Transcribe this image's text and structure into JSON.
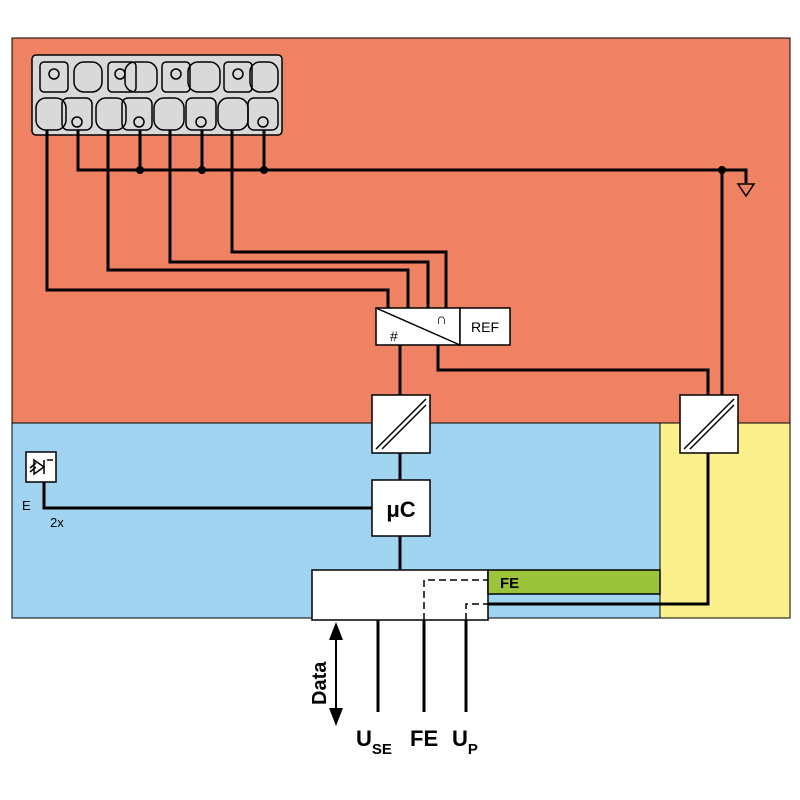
{
  "colors": {
    "field_zone": "#f08264",
    "logic_zone": "#a0d4f0",
    "supply_zone": "#fcf08c",
    "fe_bar": "#9cc43a",
    "box": "#ffffff",
    "line": "#000000",
    "terminal_block": "#d9d9d9"
  },
  "diagram": {
    "adc_hash_label": "#",
    "adc_tilde_label": "∩",
    "ref_label": "REF",
    "uc_label": "μC",
    "led_label": "E",
    "led_count_label": "2x",
    "fe_bar_label": "FE",
    "data_label": "Data",
    "use_label_main": "U",
    "use_label_sub": "SE",
    "fe_terminal_label": "FE",
    "up_label_main": "U",
    "up_label_sub": "P"
  }
}
